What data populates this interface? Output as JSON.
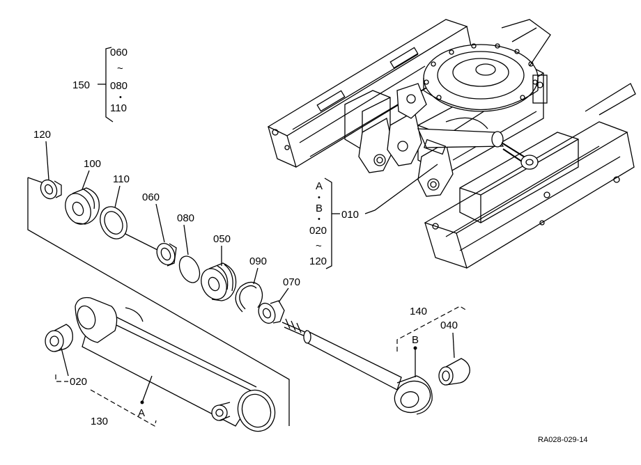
{
  "labels": {
    "p010": "010",
    "p020": "020",
    "p040": "040",
    "p050": "050",
    "p060": "060",
    "p070": "070",
    "p080": "080",
    "p090": "090",
    "p100": "100",
    "p110": "110",
    "p120": "120",
    "p130": "130",
    "p140": "140",
    "p150": "150"
  },
  "kit150": {
    "a": "060",
    "tilde": "~",
    "b": "080",
    "dot": "•",
    "c": "110"
  },
  "kit010": {
    "a": "A",
    "dot1": "•",
    "b": "B",
    "dot2": "•",
    "c": "020",
    "tilde": "~",
    "d": "120"
  },
  "markers": {
    "a_tube": "A",
    "b_rod": "B"
  },
  "reference": "RA028-029-14"
}
